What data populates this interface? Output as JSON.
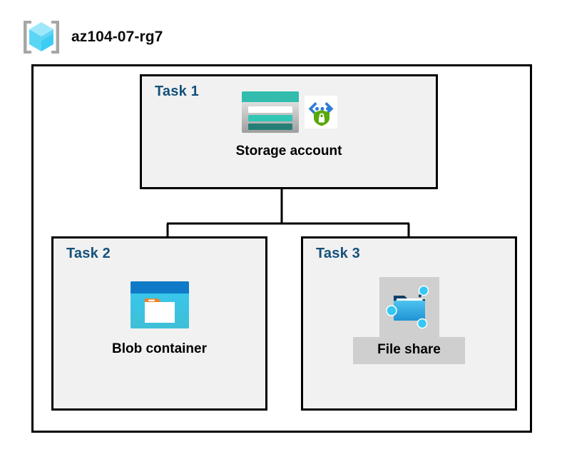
{
  "diagram": {
    "title": "az104-07-rg7",
    "resource_group": {
      "name": "az104-07-rg7",
      "icon": "resource-group-cube-icon"
    },
    "tasks": [
      {
        "id": "task-1",
        "label": "Task 1",
        "node_caption": "Storage account",
        "icons": [
          "storage-account-icon",
          "secure-endpoint-shield-icon"
        ]
      },
      {
        "id": "task-2",
        "label": "Task 2",
        "node_caption": "Blob container",
        "icons": [
          "blob-container-icon"
        ]
      },
      {
        "id": "task-3",
        "label": "Task 3",
        "node_caption": "File share",
        "icons": [
          "file-share-folder-icon"
        ],
        "highlighted": true
      }
    ],
    "connections": [
      {
        "from": "Storage account",
        "to": "Blob container"
      },
      {
        "from": "Storage account",
        "to": "File share"
      }
    ],
    "colors": {
      "task_label": "#14517a",
      "box_border": "#000000",
      "box_fill": "#f1f1f1",
      "page_background": "#ffffff",
      "highlight_plate": "#cfcfcf",
      "storage_teal": "#32bcad",
      "storage_teal_dark": "#267f76",
      "blob_blue": "#0078d4",
      "blob_cyan": "#32c8f0",
      "blob_orange": "#f08026",
      "fileshare_blue": "#32aadc",
      "shield_green": "#5aa80a",
      "chevron_blue": "#2f7cd4",
      "cube_cyan": "#5ad6f5"
    }
  }
}
